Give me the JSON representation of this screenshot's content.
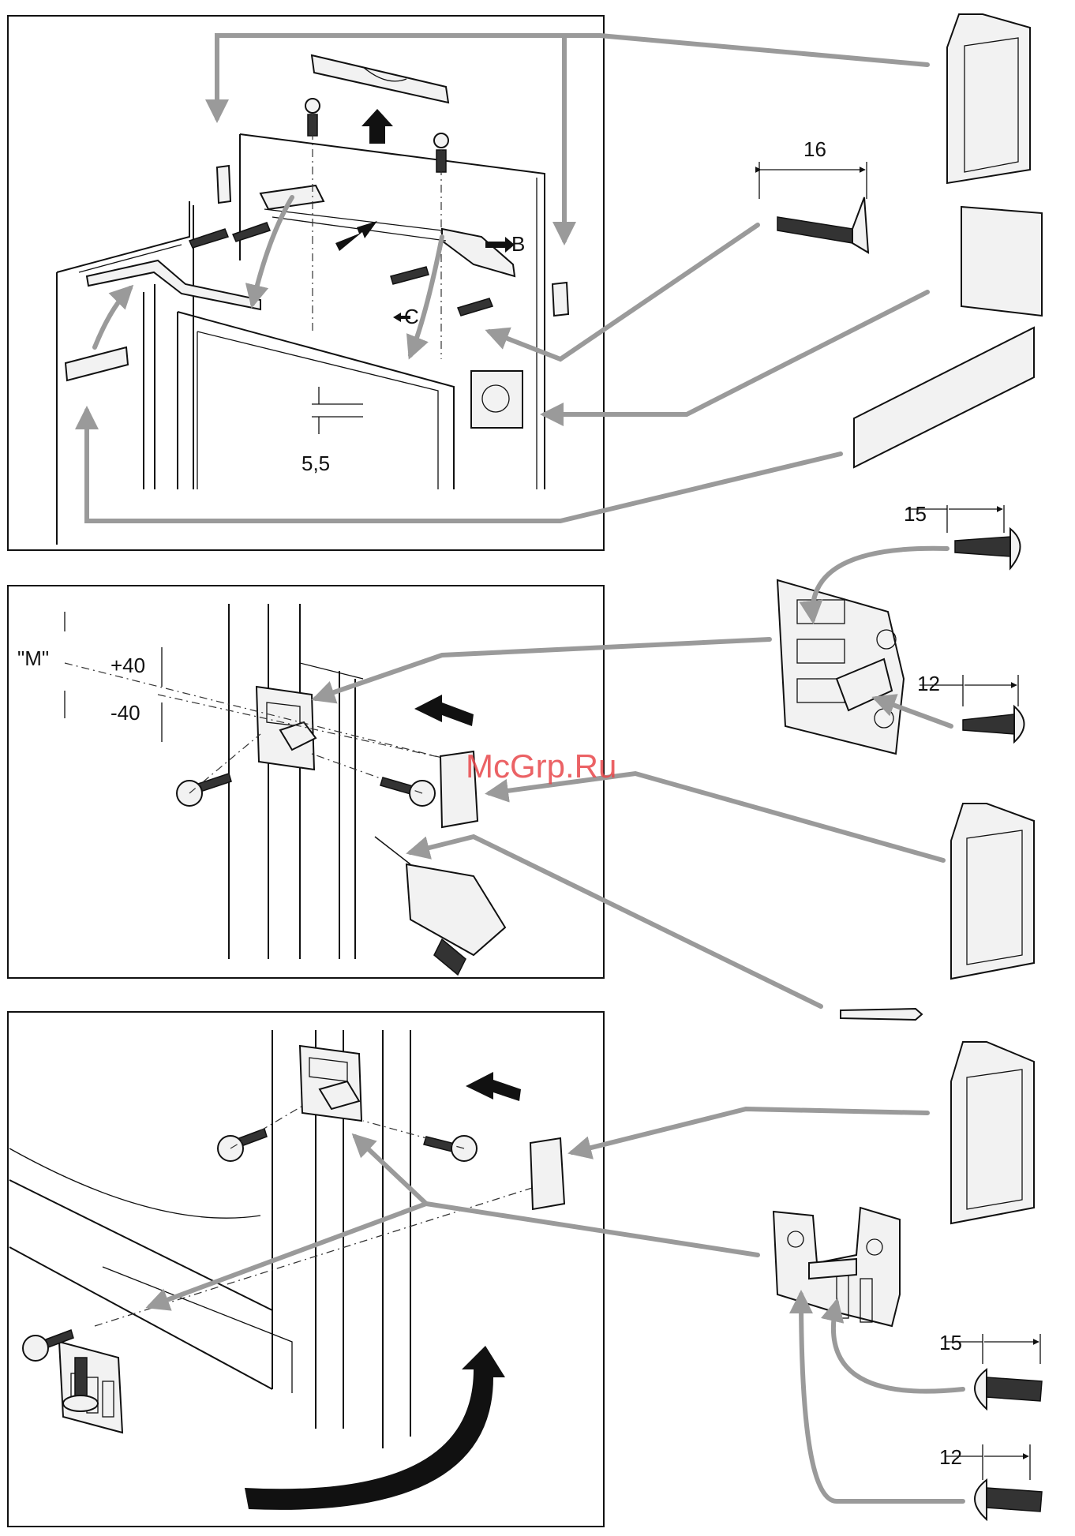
{
  "labels": {
    "dim_16": "16",
    "label_b": "B",
    "label_c": "C",
    "dim_5_5": "5,5",
    "dim_15_top": "15",
    "dim_12_mid": "12",
    "label_m": "\"M\"",
    "dim_plus40": "+40",
    "dim_minus40": "-40",
    "dim_15_bottom": "15",
    "dim_12_bottom": "12"
  },
  "watermark": "McGrp.Ru",
  "colors": {
    "outline": "#111111",
    "guide_arrow": "#9a9a9a",
    "watermark": "#e8474b"
  }
}
